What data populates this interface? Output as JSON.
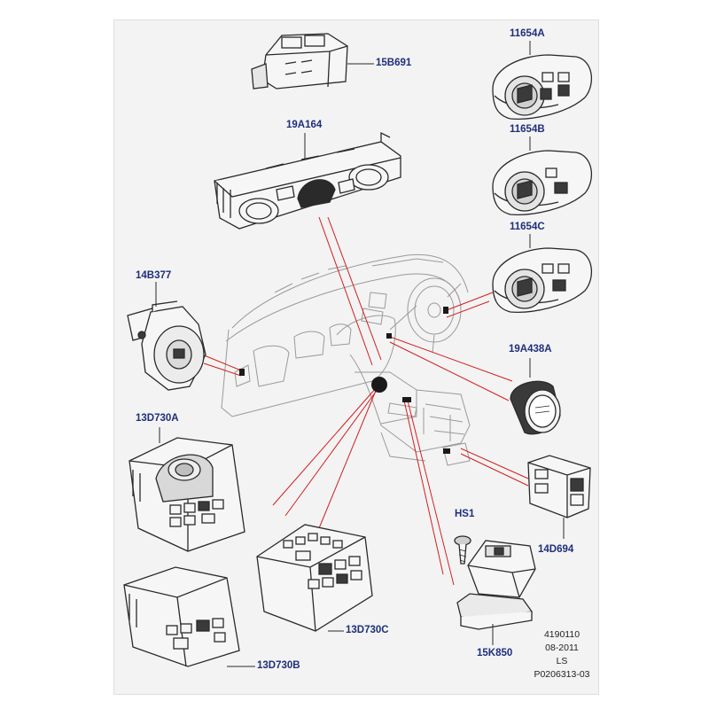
{
  "diagram": {
    "labels": {
      "p15B691": "15B691",
      "p19A164": "19A164",
      "p11654A": "11654A",
      "p11654B": "11654B",
      "p11654C": "11654C",
      "p14B377": "14B377",
      "p19A438A": "19A438A",
      "p13D730A": "13D730A",
      "pHS1": "HS1",
      "p14D694": "14D694",
      "p13D730C": "13D730C",
      "p15K850": "15K850",
      "p13D730B": "13D730B"
    },
    "reference": {
      "line1": "4190110",
      "line2": "08-2011",
      "line3": "LS",
      "line4": "P0206313-03"
    }
  },
  "colors": {
    "label_blue": "#1e2f7a",
    "leader_red": "#d21e1e",
    "drawing_grey": "#8a8a8a",
    "part_dark": "#2a2a2a",
    "background_panel": "#f3f3f3"
  }
}
